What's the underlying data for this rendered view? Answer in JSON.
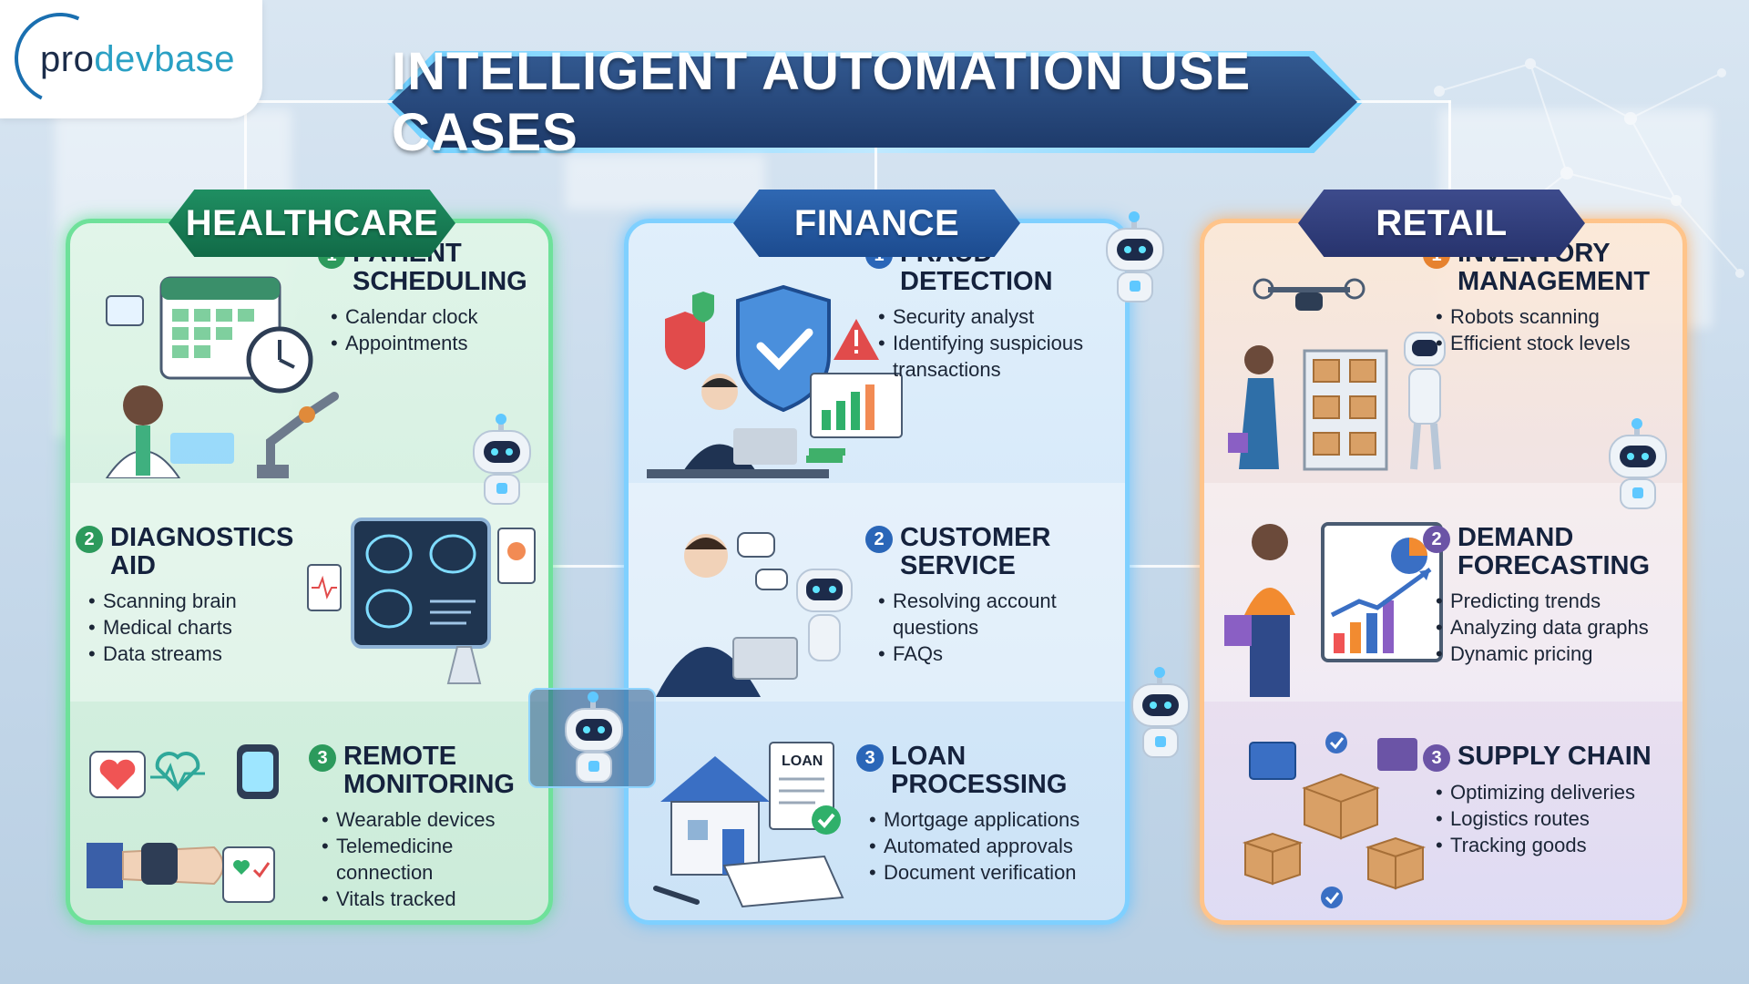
{
  "logo": {
    "part1": "pro",
    "part2": "devbase"
  },
  "title": "INTELLIGENT AUTOMATION USE CASES",
  "categories": [
    {
      "name": "HEALTHCARE",
      "cases": [
        {
          "num": "1",
          "title": "PATIENT SCHEDULING",
          "bullets": [
            "Calendar clock",
            "Appointments"
          ]
        },
        {
          "num": "2",
          "title": "DIAGNOSTICS AID",
          "bullets": [
            "Scanning brain",
            "Medical charts",
            "Data streams"
          ]
        },
        {
          "num": "3",
          "title": "REMOTE MONITORING",
          "bullets": [
            "Wearable devices",
            "Telemedicine connection",
            "Vitals tracked"
          ]
        }
      ]
    },
    {
      "name": "FINANCE",
      "cases": [
        {
          "num": "1",
          "title": "FRAUD DETECTION",
          "bullets": [
            "Security analyst",
            "Identifying suspicious transactions"
          ]
        },
        {
          "num": "2",
          "title": "CUSTOMER SERVICE",
          "bullets": [
            "Resolving account questions",
            "FAQs"
          ]
        },
        {
          "num": "3",
          "title": "LOAN PROCESSING",
          "bullets": [
            "Mortgage applications",
            "Automated approvals",
            "Document verification"
          ]
        }
      ]
    },
    {
      "name": "RETAIL",
      "cases": [
        {
          "num": "1",
          "title": "INVENTORY MANAGEMENT",
          "bullets": [
            "Robots scanning",
            "Efficient stock levels"
          ]
        },
        {
          "num": "2",
          "title": "DEMAND FORECASTING",
          "bullets": [
            "Predicting trends",
            "Analyzing data graphs",
            "Dynamic pricing"
          ]
        },
        {
          "num": "3",
          "title": "SUPPLY CHAIN",
          "bullets": [
            "Optimizing deliveries",
            "Logistics routes",
            "Tracking goods"
          ]
        }
      ]
    }
  ],
  "illustration_text": {
    "loan_doc": "LOAN"
  },
  "colors": {
    "healthcare": "#6ee19a",
    "finance": "#7fd0ff",
    "retail": "#ffc48a",
    "title_plate": "#1e3b6b"
  }
}
